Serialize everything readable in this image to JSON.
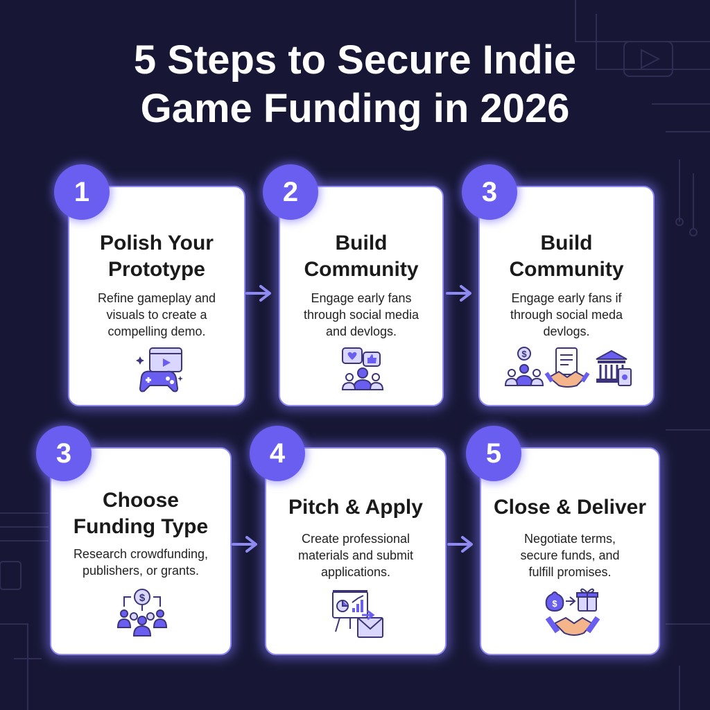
{
  "title": {
    "line1": "5 Steps to Secure Indie",
    "line2": "Game Funding in 2026"
  },
  "colors": {
    "background": "#171735",
    "accent": "#6a5ef0",
    "card": "#ffffff",
    "glow": "#8f8bf2"
  },
  "steps": [
    {
      "number": "1",
      "title": [
        "Polish Your",
        "Prototype"
      ],
      "desc": [
        "Refine gameplay and",
        "visuals to create a",
        "compelling demo."
      ],
      "icon": "game-controller-video-icon"
    },
    {
      "number": "2",
      "title": [
        "Build",
        "Community"
      ],
      "desc": [
        "Engage early fans",
        "through social media",
        "and devlogs."
      ],
      "icon": "community-chat-icon"
    },
    {
      "number": "3",
      "title": [
        "Build",
        "Community"
      ],
      "desc": [
        "Engage early fans if",
        "through social meda",
        "devlogs."
      ],
      "icon": "funding-sources-icon"
    },
    {
      "number": "3",
      "title": [
        "Choose",
        "Funding Type"
      ],
      "desc": [
        "Research crowdfunding,",
        "publishers, or grants."
      ],
      "icon": "crowdfunding-icon"
    },
    {
      "number": "4",
      "title": [
        "Pitch & Apply"
      ],
      "desc": [
        "Create professional",
        "materials and submit",
        "applications."
      ],
      "icon": "pitch-presentation-icon"
    },
    {
      "number": "5",
      "title": [
        "Close & Deliver"
      ],
      "desc": [
        "Negotiate terms,",
        "secure funds, and",
        "fulfill promises."
      ],
      "icon": "handshake-deal-icon"
    }
  ]
}
